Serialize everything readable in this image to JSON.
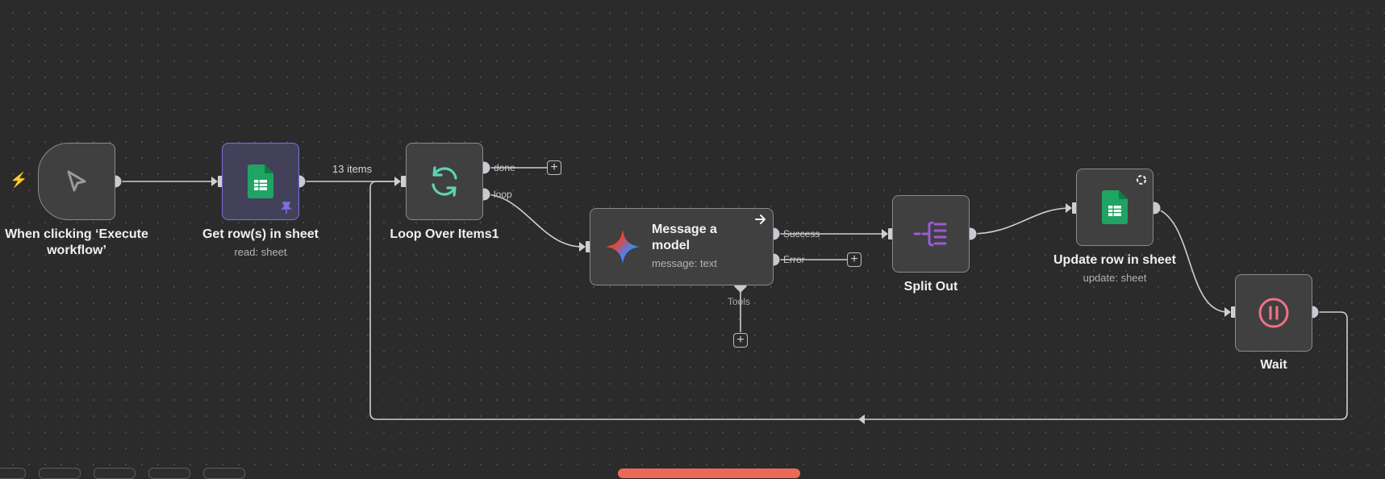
{
  "colors": {
    "canvas_bg": "#2b2b2b",
    "node_bg": "#404040",
    "node_border": "#8a8a8a",
    "selected_border": "#7c6fe0",
    "edge": "#cfcfcf",
    "sheets_green": "#1fa463",
    "loop_teal": "#5ed3b3",
    "split_purple": "#9b5bd6",
    "wait_pink": "#f07186",
    "trigger_bolt": "#e8604c",
    "execute_button": "#ea6a57"
  },
  "nodes": [
    {
      "id": "trigger",
      "title": "When clicking ‘Execute workflow’",
      "subtitle": "",
      "icon": "cursor-arrow-icon"
    },
    {
      "id": "get_rows",
      "title": "Get row(s) in sheet",
      "subtitle": "read: sheet",
      "icon": "google-sheets-icon",
      "badge_icon": "pin-icon"
    },
    {
      "id": "loop",
      "title": "Loop Over Items1",
      "subtitle": "",
      "icon": "loop-icon"
    },
    {
      "id": "message_model",
      "title": "Message a model",
      "subtitle": "message: text",
      "icon": "gemini-sparkle-icon",
      "badge_icon": "arrow-right-icon"
    },
    {
      "id": "split_out",
      "title": "Split Out",
      "subtitle": "",
      "icon": "split-out-icon"
    },
    {
      "id": "update_row",
      "title": "Update row in sheet",
      "subtitle": "update: sheet",
      "icon": "google-sheets-icon",
      "badge_icon": "refresh-dashed-icon"
    },
    {
      "id": "wait",
      "title": "Wait",
      "subtitle": "",
      "icon": "pause-circle-icon"
    }
  ],
  "edges": {
    "get_rows_to_loop_label": "13 items"
  },
  "ports": {
    "loop_done": "done",
    "loop_loop": "loop",
    "model_success": "Success",
    "model_error": "Error",
    "model_tools": "Tools"
  },
  "add_button_symbol": "+"
}
